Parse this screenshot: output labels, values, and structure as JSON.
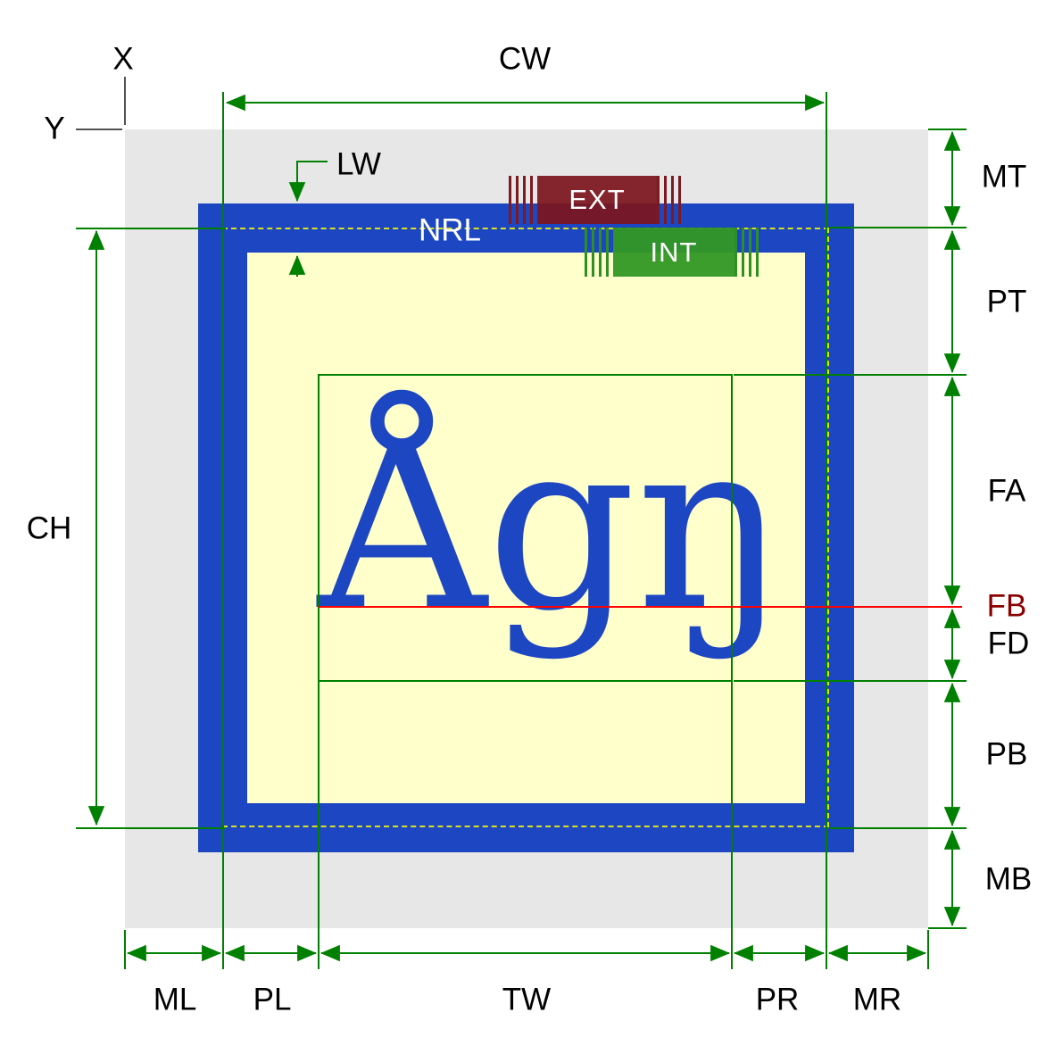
{
  "diagram": {
    "glyph_sample": "Ågŋ",
    "labels": {
      "x": "X",
      "y": "Y",
      "cw": "CW",
      "ch": "CH",
      "lw": "LW",
      "nrl": "NRL",
      "ext": "EXT",
      "int": "INT",
      "mt": "MT",
      "pt": "PT",
      "fa": "FA",
      "fb": "FB",
      "fd": "FD",
      "pb": "PB",
      "mb": "MB",
      "ml": "ML",
      "pl": "PL",
      "tw": "TW",
      "pr": "PR",
      "mr": "MR"
    },
    "colors": {
      "margin_gray": "#e7e7e7",
      "border_blue": "#1d46c2",
      "padding_yellow": "#ffffcc",
      "dimension_green": "#008000",
      "baseline_red": "#ff0000",
      "fb_label_red": "#8b0000",
      "ext_maroon": "#7c1a20",
      "int_green": "#319824",
      "nrl_dash_yellow": "#d9e021",
      "glyph_blue": "#1d46c2"
    }
  }
}
